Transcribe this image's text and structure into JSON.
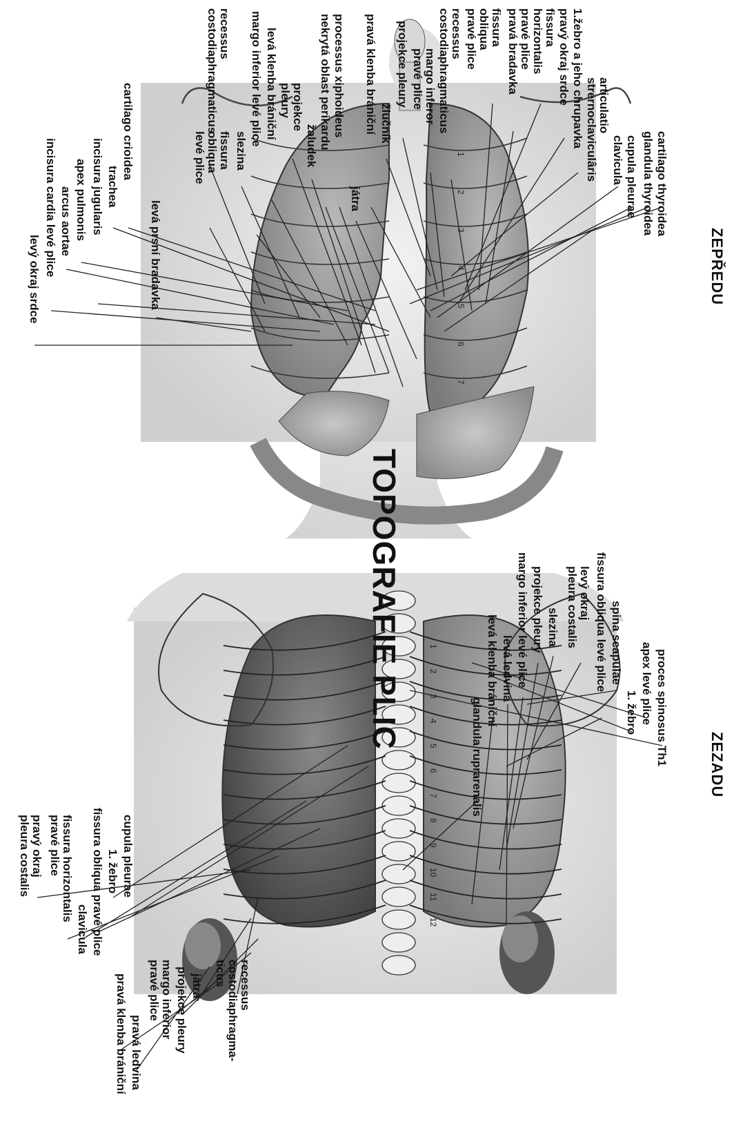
{
  "title": "TOPOGRAFIE PLIC",
  "front": {
    "heading": "ZEPŘEDU",
    "labels": {
      "cartilago_thyroidea": "cartilago thyroidea",
      "glandula_thyroidea": "glandula thyroidea",
      "cupula_pleurae": "cupula pleurae",
      "clavicula": "clavicula",
      "articulatio": "articulatio\nstrernoclaviculâris",
      "zebro_1": "1.žebro a jeho chrupavka",
      "pravy_okraj_srdce": "pravý okraj srdce",
      "fissura_horizontalis": "fissura\nhorizontalis\npravé plice",
      "prava_bradavka": "pravá bradavka",
      "fissura_obliqua_prave": "fissura\nobliqua\npravé plice",
      "recessus_prave": "recessus\ncostodiaphragmaticus",
      "margo_inferor": "margo inferor\npravé plice",
      "projekce_pleury_r": "projekce pleury",
      "zlucnik": "žlučník",
      "prava_klenba": "pravá klenba brániční",
      "jatra": "játra",
      "processus_xiphoideus": "processus xiphoideus",
      "nekryta_oblast": "nekrytá oblast perikardu",
      "zaludek": "žaludek",
      "projekce_pleury_l": "projekce\npleury",
      "leva_klenba": "levá klenba brániční",
      "margo_inferior_leve": "margo inferior levé plice",
      "slezina": "slezina",
      "recessus_leve": "recessus\ncostodiaphragmaticus",
      "fissura_obliqua_leve": "fissura\nobliqua\nlevé plice",
      "leva_prsni_bradavka": "levá prsní bradavka",
      "cartilago_crioidea": "cartilago crioidea",
      "trachea": "trachea",
      "incisura_jugularis": "incisura jugularis",
      "apex_pulmonis": "apex pulmonis",
      "arcus_aortae": "arcus aortae",
      "incisura_cardia": "incisura cardia levé plice",
      "levy_okraj_srdce": "levý okraj srdce"
    }
  },
  "back": {
    "heading": "ZEZADU",
    "labels": {
      "proces_spinosus": "proces spinosus Th1",
      "apex_leve": "apex levé plice",
      "zebro_1_l": "1. žebro",
      "spina_scapulae": "spina scapulae",
      "fissura_obliqua_leve": "fissura obliqua levé plice",
      "levy_okraj_pleura": "levý okraj\npleura costalis",
      "slezina": "slezina",
      "projekce_pleury": "projekce pleury",
      "margo_inferior_leve": "margo inferior levé plice",
      "leva_ledvina": "levá ledvina",
      "leva_klenba": "levá klenba brániční",
      "glandula": "glandula ruprarenalis",
      "cupula_pleurae": "cupula pleurae",
      "zebro_1_r": "1. žebro",
      "fissura_obliqua_prave": "fissura obliqua pravé plice",
      "clavicula": "clavicula",
      "fissura_horizontalis": "fissura horizontalis\npravé plice",
      "pravy_okraj": "pravý okraj\npleura costalis",
      "recessus": "recessus\ncostodiaphragma-\nticus",
      "jatra": "játra",
      "projekce_pleury_r": "projekce pleury",
      "margo_inferior_prave": "margo inferior\npravé plice",
      "prava_ledvina": "pravá ledvina",
      "prava_klenba": "pravá klenba brániční"
    }
  },
  "rib_numbers": [
    "1",
    "2",
    "3",
    "4",
    "5",
    "6",
    "7",
    "8",
    "9",
    "10",
    "11",
    "12"
  ]
}
